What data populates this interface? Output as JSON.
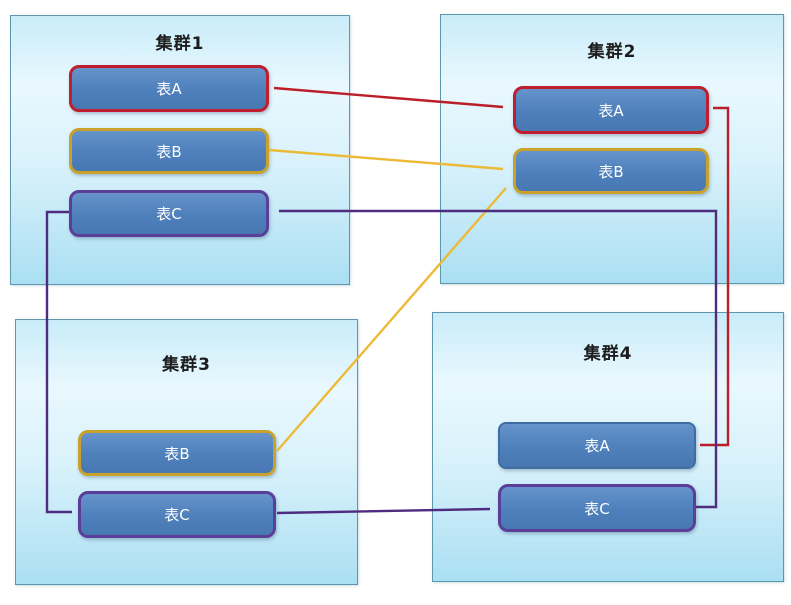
{
  "diagram": {
    "clusters": [
      {
        "title": "集群1",
        "tables": [
          {
            "label": "表A",
            "accent": "red"
          },
          {
            "label": "表B",
            "accent": "gold"
          },
          {
            "label": "表C",
            "accent": "purple"
          }
        ]
      },
      {
        "title": "集群2",
        "tables": [
          {
            "label": "表A",
            "accent": "red"
          },
          {
            "label": "表B",
            "accent": "gold"
          }
        ]
      },
      {
        "title": "集群3",
        "tables": [
          {
            "label": "表B",
            "accent": "gold"
          },
          {
            "label": "表C",
            "accent": "purple"
          }
        ]
      },
      {
        "title": "集群4",
        "tables": [
          {
            "label": "表A",
            "accent": "blue"
          },
          {
            "label": "表C",
            "accent": "purple"
          }
        ]
      }
    ],
    "connections": [
      {
        "from": "集群1.表A",
        "to": "集群2.表A",
        "color": "#bb1e28",
        "bidirectional": true
      },
      {
        "from": "集群2.表A",
        "to": "集群4.表A",
        "color": "#bb1e28",
        "bidirectional": true
      },
      {
        "from": "集群1.表B",
        "to": "集群2.表B",
        "color": "#edba37",
        "bidirectional": false
      },
      {
        "from": "集群3.表B",
        "to": "集群2.表B",
        "color": "#edba37",
        "bidirectional": false
      },
      {
        "from": "集群1.表C",
        "to": "集群3.表C",
        "color": "#4f2c80",
        "bidirectional": false
      },
      {
        "from": "集群3.表C",
        "to": "集群4.表C",
        "color": "#4f2c80",
        "bidirectional": false
      },
      {
        "from": "集群4.表C",
        "to": "集群1.表C",
        "color": "#4f2c80",
        "bidirectional": false
      }
    ],
    "colors": {
      "red_line": "#bb1e28",
      "gold_line": "#edba37",
      "purple_line": "#4f2c80",
      "red_border": "#be1e2d",
      "gold_border": "#c9a22b",
      "purple_border": "#5b3e99",
      "plain_table_border": "#3e6d9e",
      "table_fill": "#4f81bd",
      "cluster_fill_top": "#e9f8fe",
      "cluster_fill_bottom": "#abdff3",
      "cluster_border": "#5d97ab"
    }
  }
}
